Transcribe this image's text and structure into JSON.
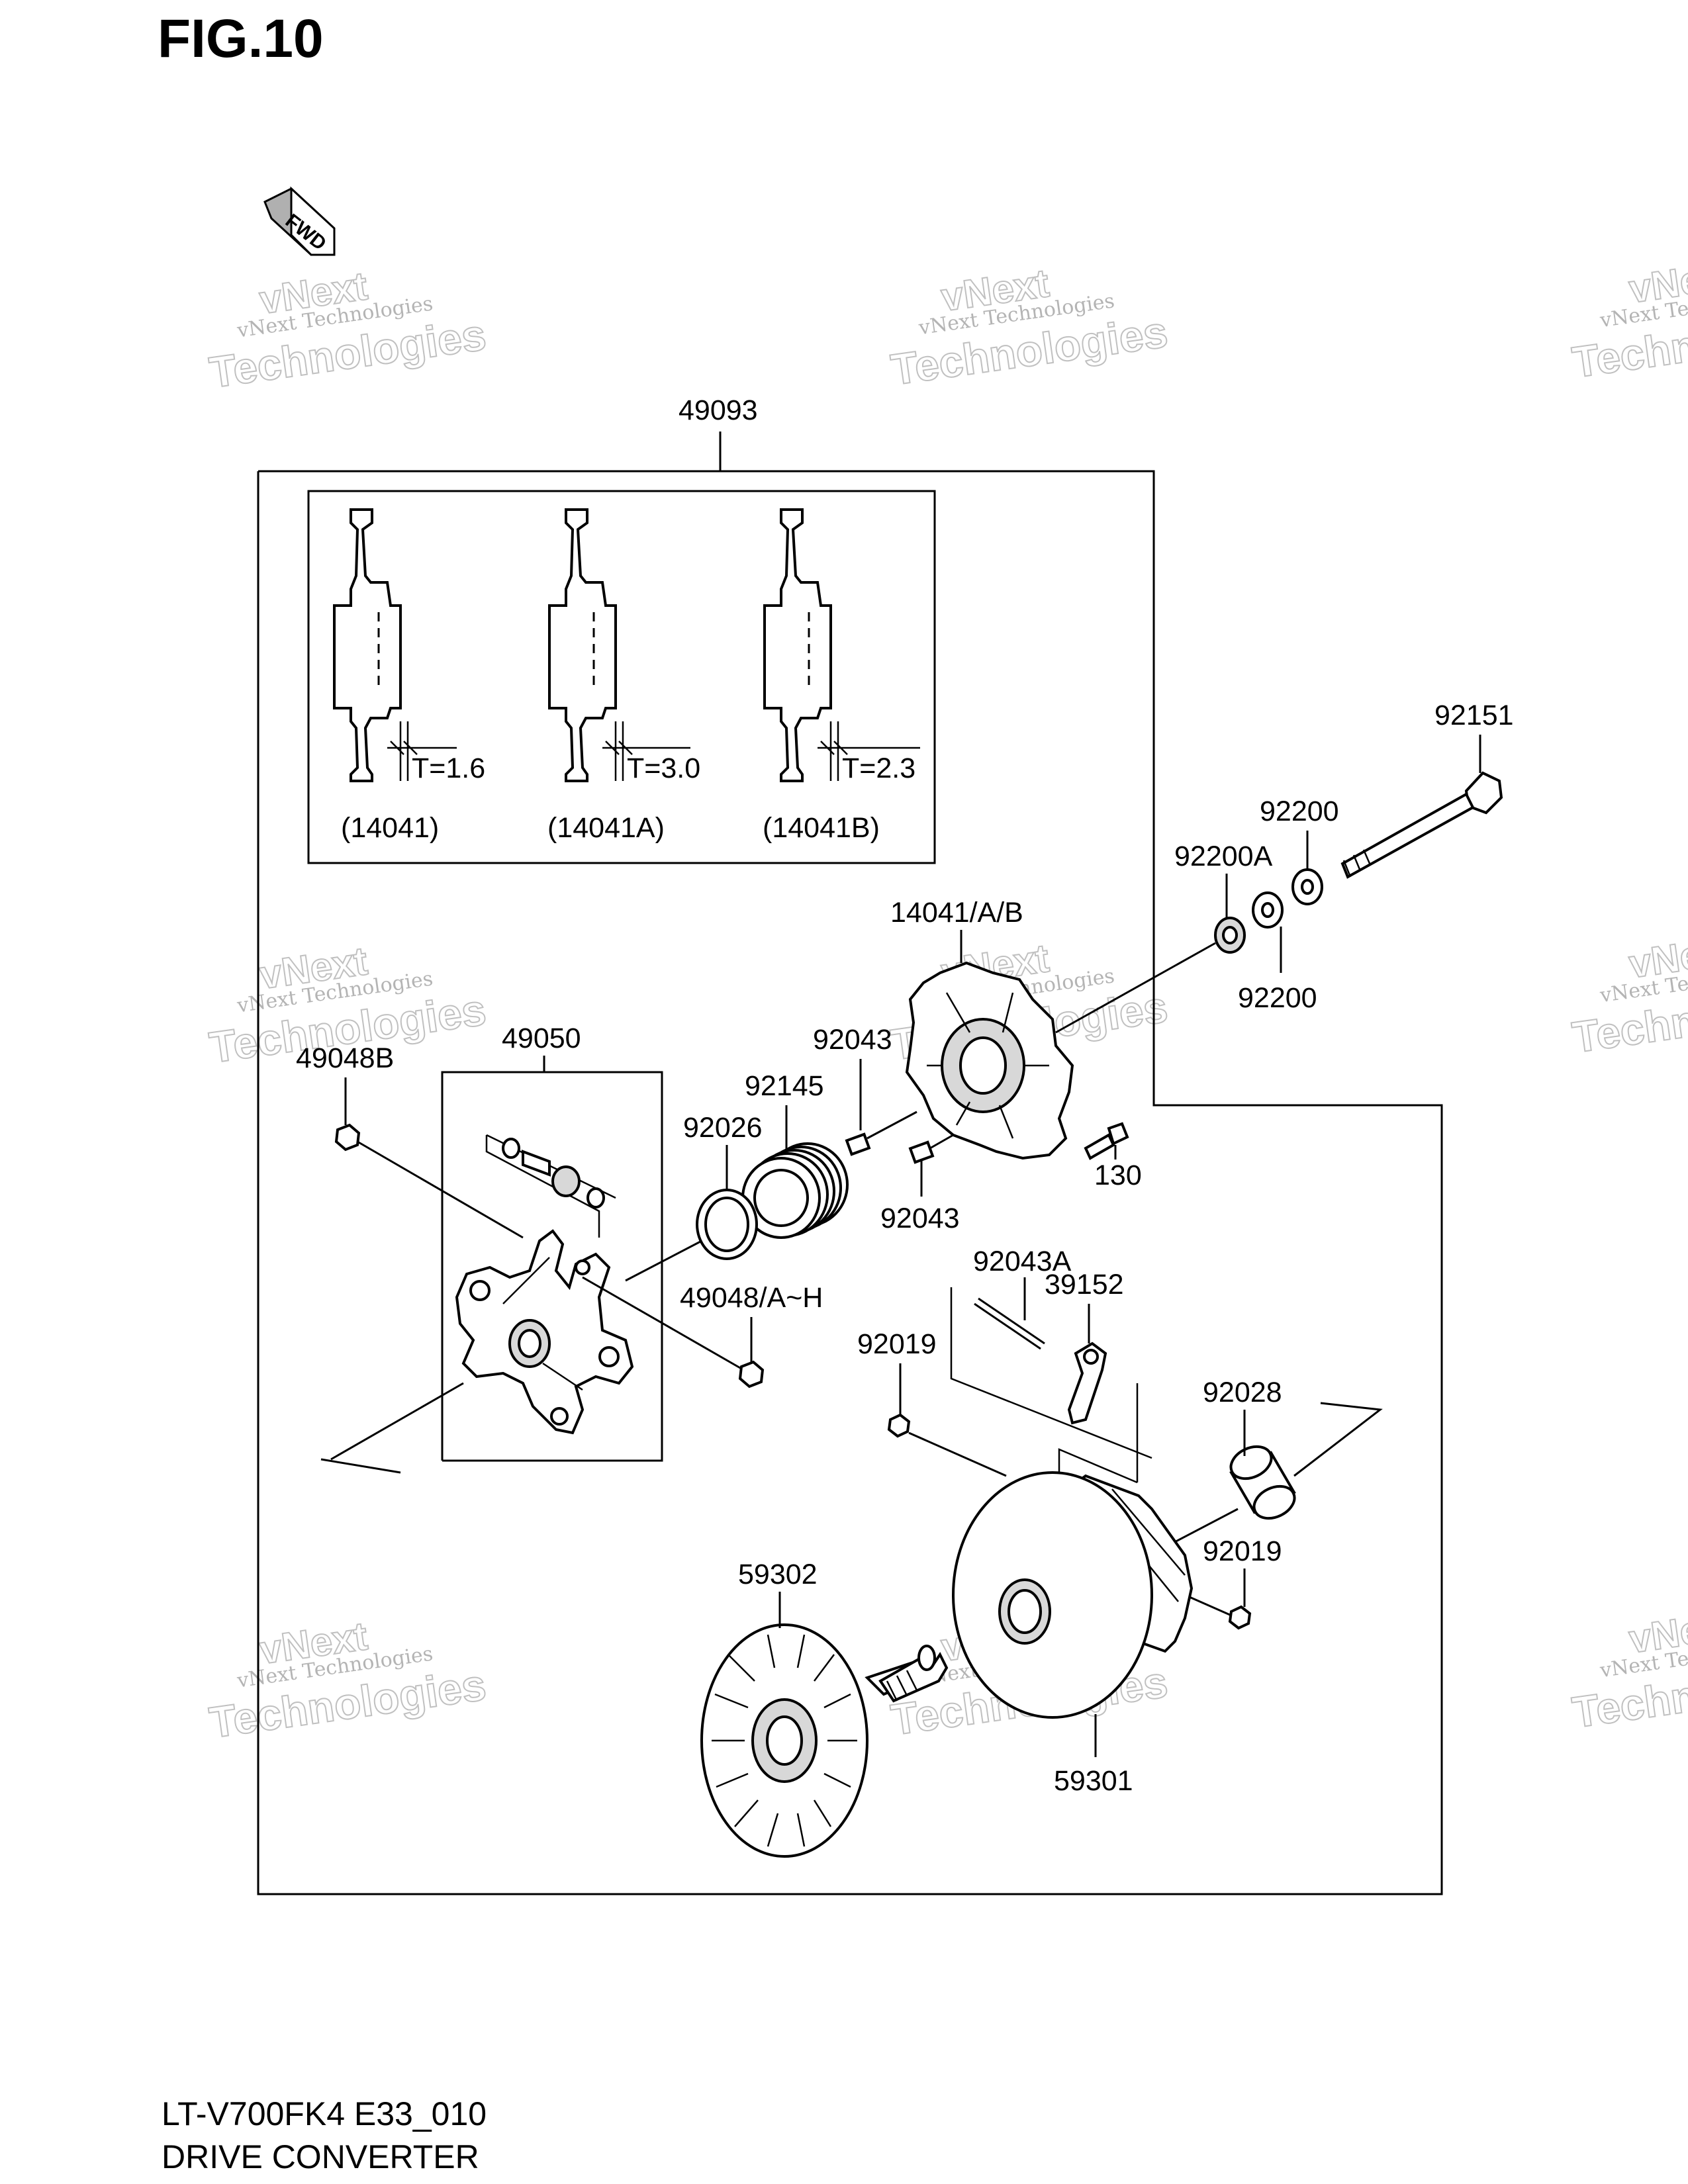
{
  "figure": {
    "title": "FIG.10",
    "model_code": "LT-V700FK4 E33_010",
    "name": "DRIVE CONVERTER",
    "direction_badge": "FWD"
  },
  "watermark": {
    "line1": "vNext Technologies",
    "line2": "vNext",
    "line3": "Technologies"
  },
  "inset": {
    "plates": [
      {
        "thickness": "T=1.6",
        "part": "(14041)"
      },
      {
        "thickness": "T=3.0",
        "part": "(14041A)"
      },
      {
        "thickness": "T=2.3",
        "part": "(14041B)"
      }
    ]
  },
  "labels": {
    "assembly": "49093",
    "p92151": "92151",
    "p92200_top": "92200",
    "p92200a": "92200A",
    "p92200_bottom": "92200",
    "p14041": "14041/A/B",
    "p92043_top": "92043",
    "p92145": "92145",
    "p92026": "92026",
    "p130": "130",
    "p92043_bottom": "92043",
    "p49048b": "49048B",
    "p49050": "49050",
    "p49048ah": "49048/A~H",
    "p92043a": "92043A",
    "p39152": "39152",
    "p92019_left": "92019",
    "p92028": "92028",
    "p92019_right": "92019",
    "p59302": "59302",
    "p59301": "59301"
  }
}
